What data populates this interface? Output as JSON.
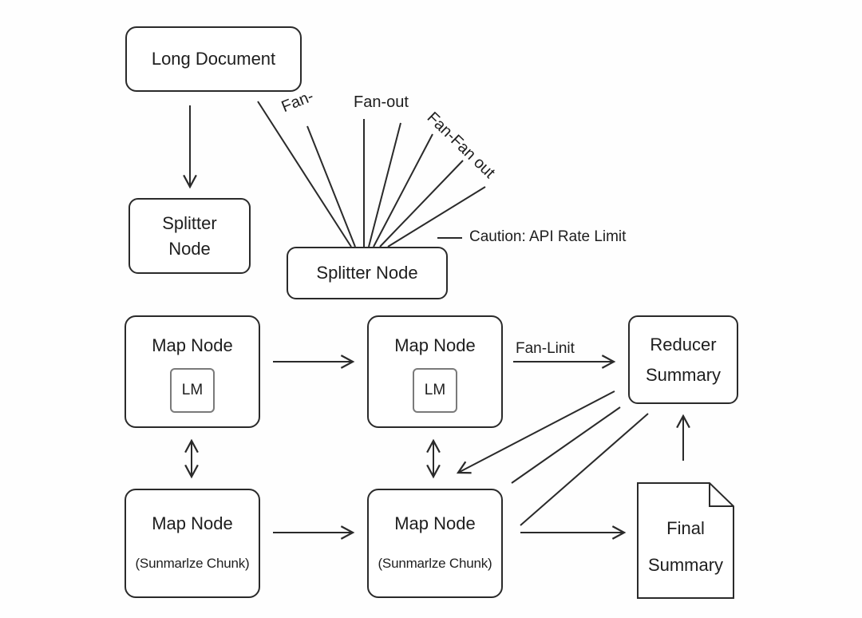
{
  "diagram": {
    "nodes": {
      "long_document": {
        "label": "Long Document"
      },
      "splitter_left": {
        "label_line1": "Splitter",
        "label_line2": "Node"
      },
      "splitter_center": {
        "label": "Splitter Node"
      },
      "map_top_left": {
        "label": "Map Node",
        "inner": "LM"
      },
      "map_top_center": {
        "label": "Map Node",
        "inner": "LM"
      },
      "reducer": {
        "label_line1": "Reducer",
        "label_line2": "Summary"
      },
      "map_bottom_left": {
        "label": "Map Node",
        "sub": "(Sunmarlze Chunk)"
      },
      "map_bottom_center": {
        "label": "Map Node",
        "sub": "(Sunmarlze Chunk)"
      },
      "final_summary": {
        "label_line1": "Final",
        "label_line2": "Summary",
        "shape": "document"
      }
    },
    "edge_labels": {
      "fan_left": "Fan-",
      "fan_center": "Fan-out",
      "fan_right": "Fan-Fan out",
      "caution": "Caution: API Rate Limit",
      "fan_limit": "Fan-Linit"
    },
    "edges": [
      {
        "from": "long_document",
        "to": "splitter_left",
        "type": "arrow"
      },
      {
        "from": "long_document",
        "to": "splitter_center",
        "type": "line"
      },
      {
        "from": "splitter_center",
        "to": "fan-out",
        "type": "fan",
        "count": 7
      },
      {
        "from": "map_top_left",
        "to": "map_top_center",
        "type": "arrow"
      },
      {
        "from": "map_top_center",
        "to": "reducer",
        "type": "arrow",
        "label": "fan_limit"
      },
      {
        "from": "map_top_left",
        "to": "map_bottom_left",
        "type": "bidirectional"
      },
      {
        "from": "map_top_center",
        "to": "map_bottom_center",
        "type": "bidirectional"
      },
      {
        "from": "reducer",
        "to": "map_bottom_center",
        "type": "arrow"
      },
      {
        "from": "reducer",
        "to": "map_bottom_center",
        "type": "line"
      },
      {
        "from": "reducer",
        "to": "map_bottom_center",
        "type": "line"
      },
      {
        "from": "map_bottom_left",
        "to": "map_bottom_center",
        "type": "arrow"
      },
      {
        "from": "map_bottom_center",
        "to": "final_summary",
        "type": "arrow"
      },
      {
        "from": "final_summary",
        "to": "reducer",
        "type": "arrow"
      }
    ],
    "colors": {
      "stroke": "#2a2a2a",
      "text": "#1e1e1e",
      "inner_box": "#7a7a7a",
      "background": "#ffffff"
    }
  }
}
